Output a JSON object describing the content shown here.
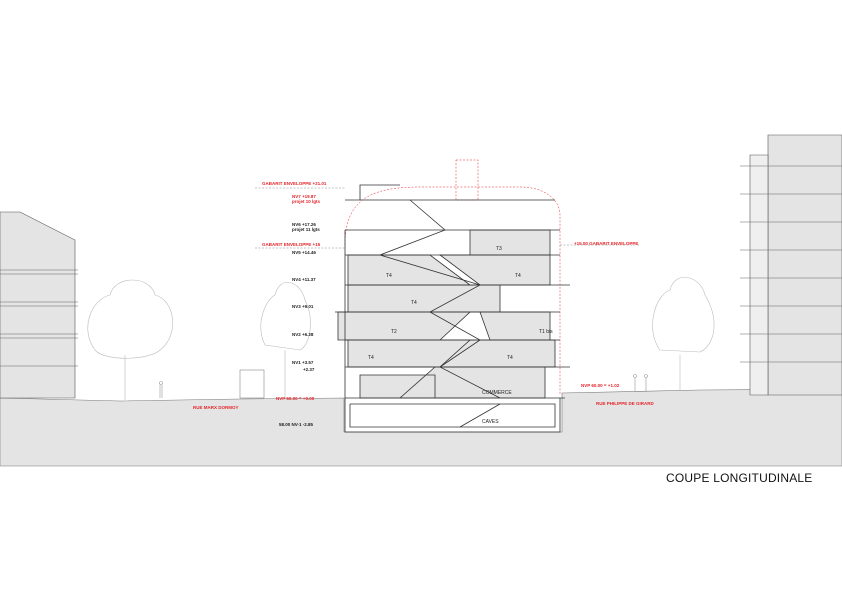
{
  "title": "COUPE LONGITUDINALE",
  "levels": {
    "gabarit_top": "GABARIT ENVELOPPE +21.01",
    "nv7": "NV7 +19.87",
    "nv7_note": "projet 10 lgts",
    "nv6": "NV6 +17.26",
    "nv6_note": "projet 11 lgts",
    "gabarit_15": "GABARIT ENVELOPPE +15",
    "nv5": "NV5 +14.46",
    "nv4": "NV4 +11.37",
    "nv3": "NV3 +9.01",
    "nv2": "NV2 +6.28",
    "nv1": "NV1 +3.57",
    "nv1b": "+2.37",
    "nvp_left": "NVP 60.00 = +0.00",
    "nv_minus1": "58.00 NV-1 -2.85",
    "gabarit_right": "+15.00 GABARIT ENVELOPPE",
    "nvp_right": "NVP 60.00 = +1.02"
  },
  "streets": {
    "left": "RUE MARX DORMOY",
    "right": "RUE PHILIPPE DE GIRARD"
  },
  "rooms": [
    "T3",
    "T4",
    "T4",
    "T4",
    "T2",
    "T1 bis",
    "T4",
    "T4",
    "COMMERCE",
    "CAVES"
  ],
  "colors": {
    "accent": "#e5262b",
    "fill": "#e4e4e4",
    "line": "#333333"
  }
}
